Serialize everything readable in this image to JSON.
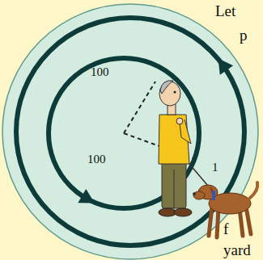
{
  "diagram": {
    "labels": [
      "100",
      "100",
      "1",
      "Let",
      "p",
      "f",
      "yard"
    ]
  }
}
